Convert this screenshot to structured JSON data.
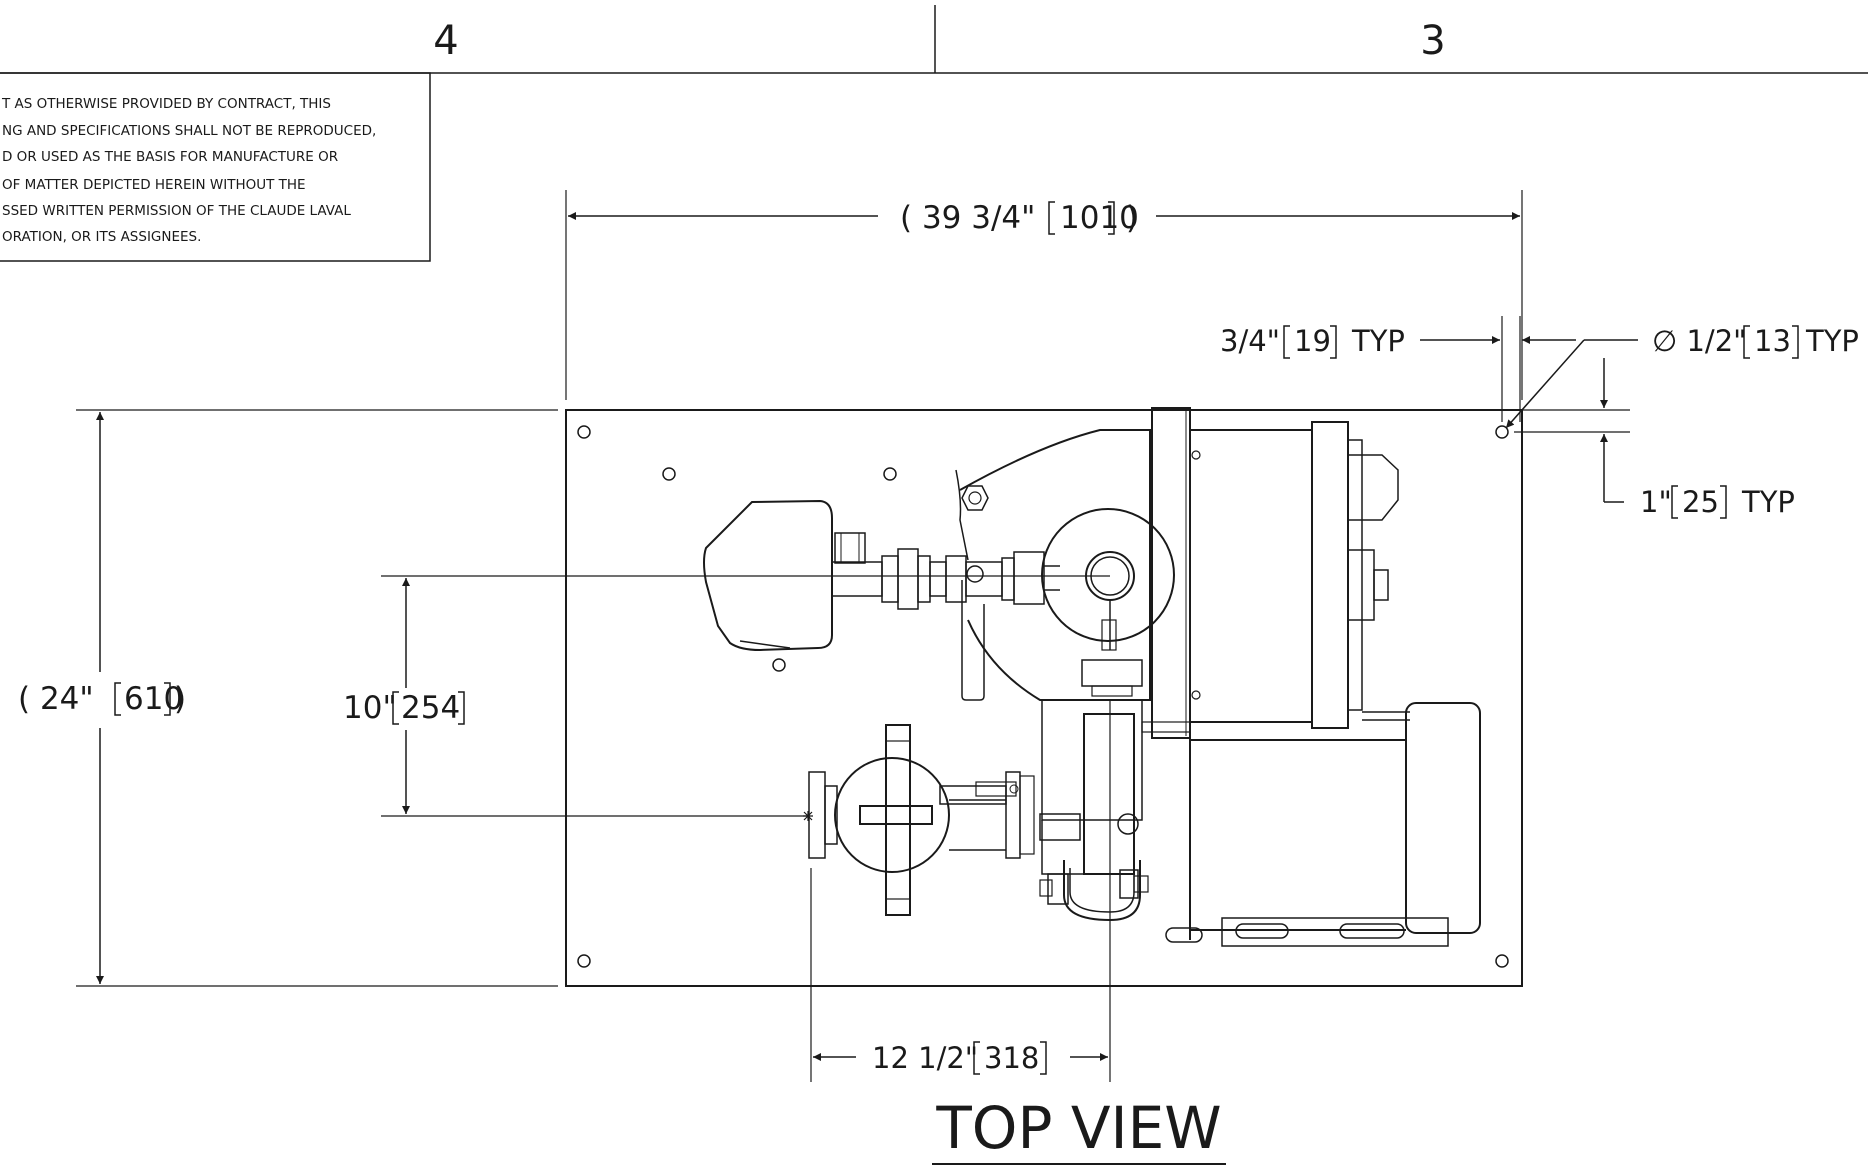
{
  "zones": {
    "left": "4",
    "right": "3"
  },
  "notice": {
    "lines": [
      "T AS OTHERWISE PROVIDED BY CONTRACT, THIS",
      "NG AND SPECIFICATIONS SHALL NOT BE REPRODUCED,",
      "D OR USED AS THE BASIS FOR MANUFACTURE OR",
      "OF MATTER DEPICTED HEREIN WITHOUT THE",
      "SSED WRITTEN PERMISSION OF THE CLAUDE LAVAL",
      "ORATION, OR ITS ASSIGNEES."
    ]
  },
  "dimensions": {
    "overall_width": {
      "prefix": "( 39 3/4\"",
      "metric": "1010",
      "suffix": ")"
    },
    "overall_height": {
      "prefix": "( 24\"",
      "metric": "610",
      "suffix": ")"
    },
    "pipe_spacing": {
      "prefix": "10\"",
      "metric": "254",
      "suffix": ""
    },
    "horizontal_offset": {
      "prefix": "12 1/2\"",
      "metric": "318",
      "suffix": ""
    },
    "hole_edge_x": {
      "prefix": "3/4\"",
      "metric": "19",
      "suffix": "TYP"
    },
    "hole_diameter": {
      "prefix": "∅ 1/2\"",
      "metric": "13",
      "suffix": "TYP"
    },
    "hole_edge_y": {
      "prefix": "1\"",
      "metric": "25",
      "suffix": "TYP"
    }
  },
  "view_label": "TOP VIEW"
}
